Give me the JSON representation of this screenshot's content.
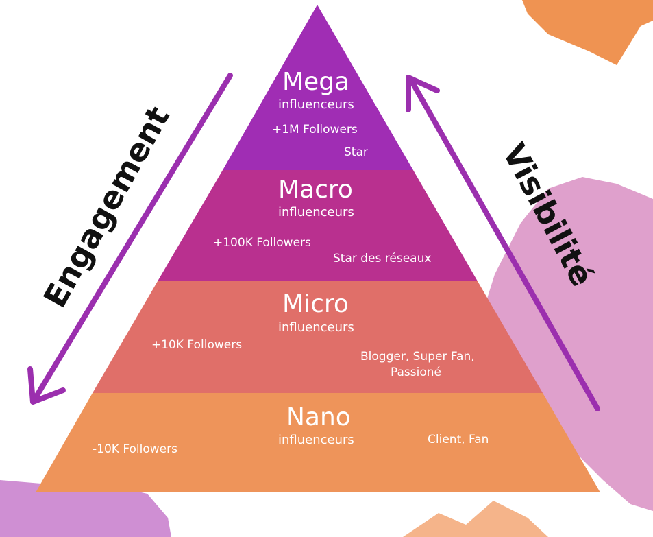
{
  "colors": {
    "mega": "#a02db4",
    "macro": "#b9308f",
    "micro": "#e06f69",
    "nano": "#ee945a",
    "arrow": "#9b2fae",
    "blob_orange": "#ef9352",
    "blob_pink": "#dfa0cc",
    "blob_purple": "#cf8fd3",
    "blob_peach": "#f5b48a"
  },
  "labels": {
    "engagement": "Engagement",
    "visibilite": "Visibilité"
  },
  "levels": {
    "mega": {
      "title": "Mega",
      "subtitle": "influenceurs",
      "followers": "+1M Followers",
      "role": "Star"
    },
    "macro": {
      "title": "Macro",
      "subtitle": "influenceurs",
      "followers": "+100K Followers",
      "role": "Star des réseaux"
    },
    "micro": {
      "title": "Micro",
      "subtitle": "influenceurs",
      "followers": "+10K Followers",
      "role_line1": "Blogger, Super Fan,",
      "role_line2": "Passioné"
    },
    "nano": {
      "title": "Nano",
      "subtitle": "influenceurs",
      "followers": "-10K Followers",
      "role": "Client, Fan"
    }
  }
}
